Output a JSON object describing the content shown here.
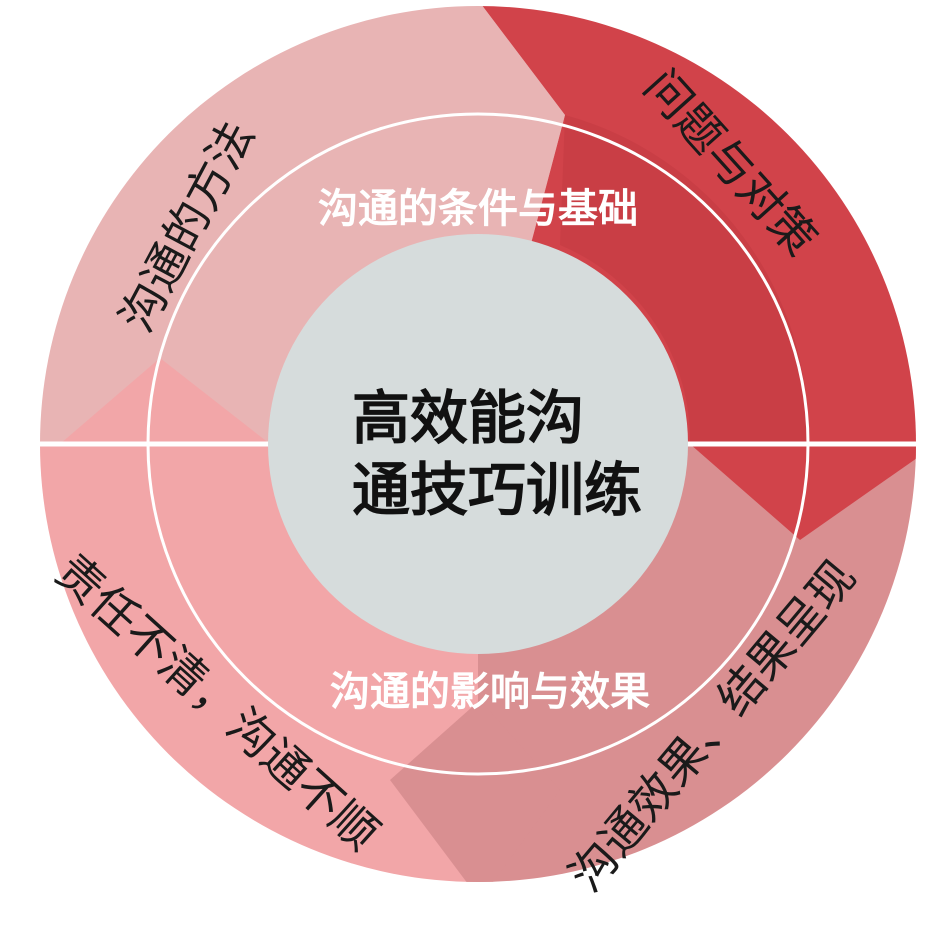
{
  "center": {
    "title_line1": "高效能沟",
    "title_line2": "通技巧训练"
  },
  "inner_ring": {
    "top_label": "沟通的条件与基础",
    "bottom_label": "沟通的影响与效果"
  },
  "outer_ring": {
    "top_left": "沟通的方法",
    "top_right": "问题与对策",
    "bottom_left": "责任不清，沟通不顺",
    "bottom_right": "沟通效果、结果呈现"
  },
  "colors": {
    "top_left": "#e8b4b4",
    "top_right": "#d1434a",
    "bottom_left": "#f2a6a8",
    "bottom_right": "#d98f91",
    "hub": "#d6dcdc"
  }
}
